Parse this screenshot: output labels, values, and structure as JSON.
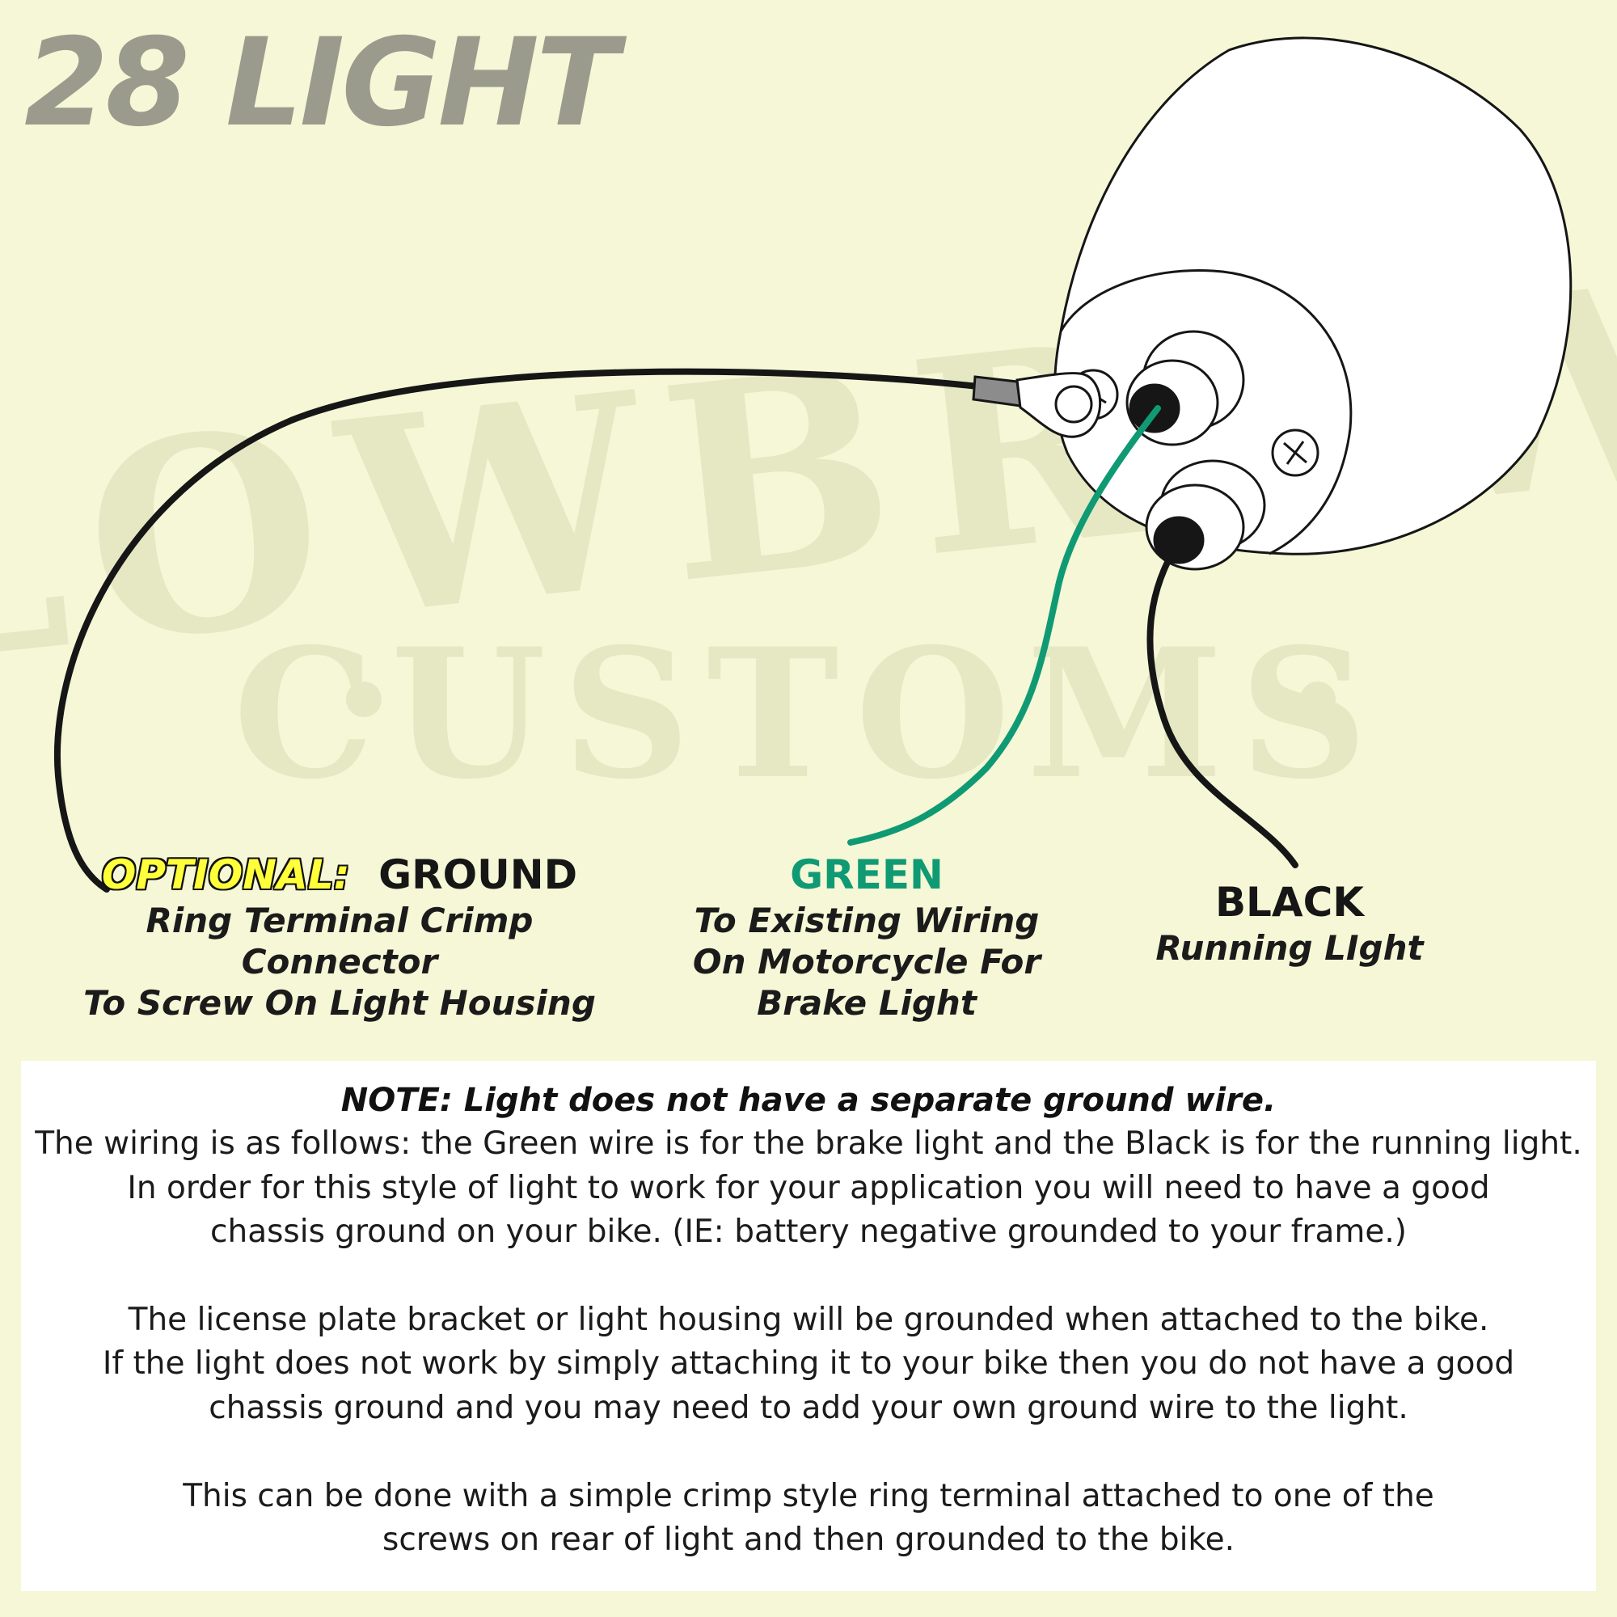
{
  "title": "28 LIGHT",
  "watermark": {
    "line1": "LOWBROW",
    "line2": "CUSTOMS"
  },
  "colors": {
    "background": "#f5f7d6",
    "title": "#9a9b8c",
    "green_wire": "#0f9a74",
    "black_wire": "#161616",
    "optional_highlight": "#ffff3a",
    "watermark": "#e6e8c4"
  },
  "labels": {
    "ground": {
      "prefix": "OPTIONAL:",
      "heading": "GROUND",
      "line1": "Ring Terminal Crimp Connector",
      "line2": "To Screw On Light Housing"
    },
    "green": {
      "heading": "GREEN",
      "line1": "To Existing Wiring",
      "line2": "On Motorcycle For",
      "line3": "Brake Light"
    },
    "black": {
      "heading": "BLACK",
      "line1": "Running LIght"
    }
  },
  "note": {
    "title": "NOTE:  Light does not have a separate ground wire.",
    "p1": [
      "The wiring is as follows:  the Green wire is for the brake light and the Black is for the running light.",
      "In order for this style of light to work for your application you will need to have a good",
      "chassis ground on your bike.  (IE: battery negative grounded to your frame.)"
    ],
    "p2": [
      "The license plate bracket or light housing will be grounded when attached to the bike.",
      "If the light does not work by simply attaching it to your bike  then you do not have a good",
      "chassis ground and you may need to add your own ground wire to the light."
    ],
    "p3": [
      "This can be done with a simple crimp style ring terminal attached to one of the",
      "screws on rear of light and then grounded to the bike."
    ]
  }
}
